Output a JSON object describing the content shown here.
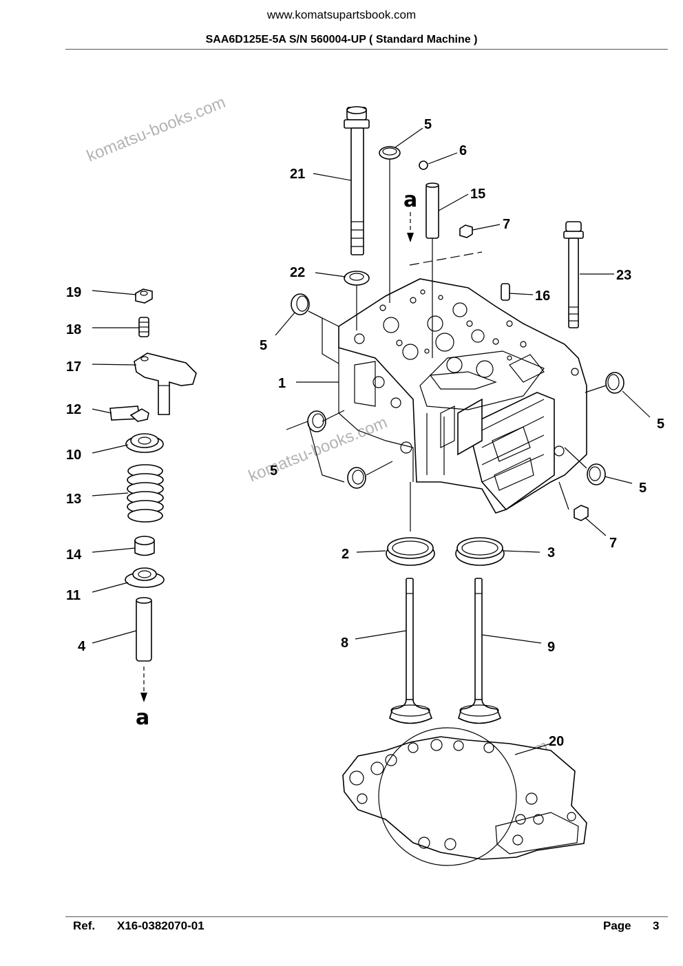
{
  "header": {
    "site_url": "www.komatsupartsbook.com",
    "title": "SAA6D125E-5A S/N 560004-UP ( Standard Machine )"
  },
  "footer": {
    "ref_label": "Ref.",
    "ref_value": "X16-0382070-01",
    "page_label": "Page",
    "page_value": "3"
  },
  "watermark": {
    "text": "komatsu-books.com"
  },
  "diagram": {
    "reference_marker": "a",
    "callouts": {
      "c1": "1",
      "c2": "2",
      "c3": "3",
      "c4": "4",
      "c5a": "5",
      "c5b": "5",
      "c5c": "5",
      "c5d": "5",
      "c5e": "5",
      "c6": "6",
      "c7a": "7",
      "c7b": "7",
      "c8": "8",
      "c9": "9",
      "c10": "10",
      "c11": "11",
      "c12": "12",
      "c13": "13",
      "c14": "14",
      "c15": "15",
      "c16": "16",
      "c17": "17",
      "c18": "18",
      "c19": "19",
      "c20": "20",
      "c21": "21",
      "c22": "22",
      "c23": "23"
    }
  }
}
